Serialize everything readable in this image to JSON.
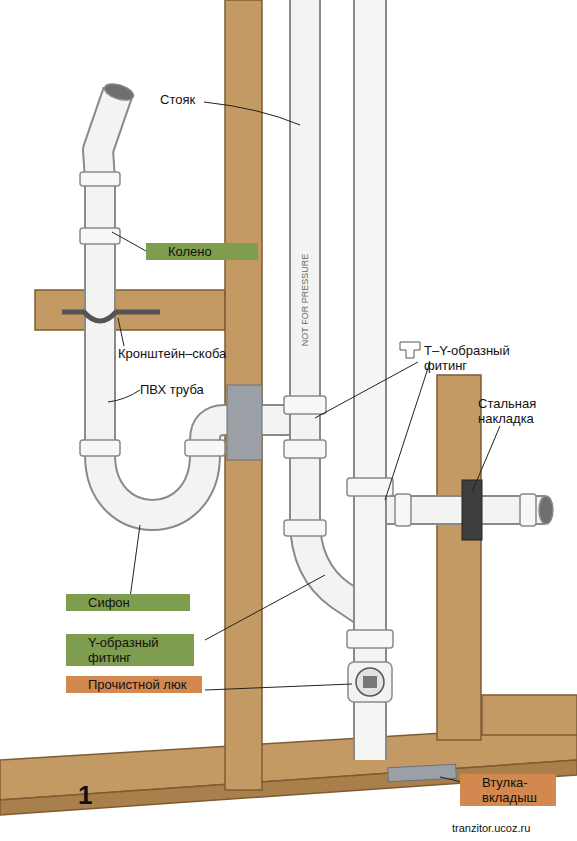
{
  "diagram": {
    "nodes": [
      {
        "text": [
          "Колено"
        ]
      },
      {
        "text": [
          "Сифон"
        ]
      },
      {
        "text": [
          "Y-образный фитинг"
        ]
      },
      {
        "text": [
          "Прочистной люк"
        ]
      },
      {
        "text": [
          "Втулка-вкладыш"
        ]
      }
    ],
    "labels": [
      "Стояк",
      "Кронштейн–скоба",
      "ПВХ труба",
      "Т–Y-образный фитинг",
      "Стальная накладка",
      "NOT FOR PRESSURE",
      "1",
      "tranzitor.ucoz.ru"
    ]
  }
}
